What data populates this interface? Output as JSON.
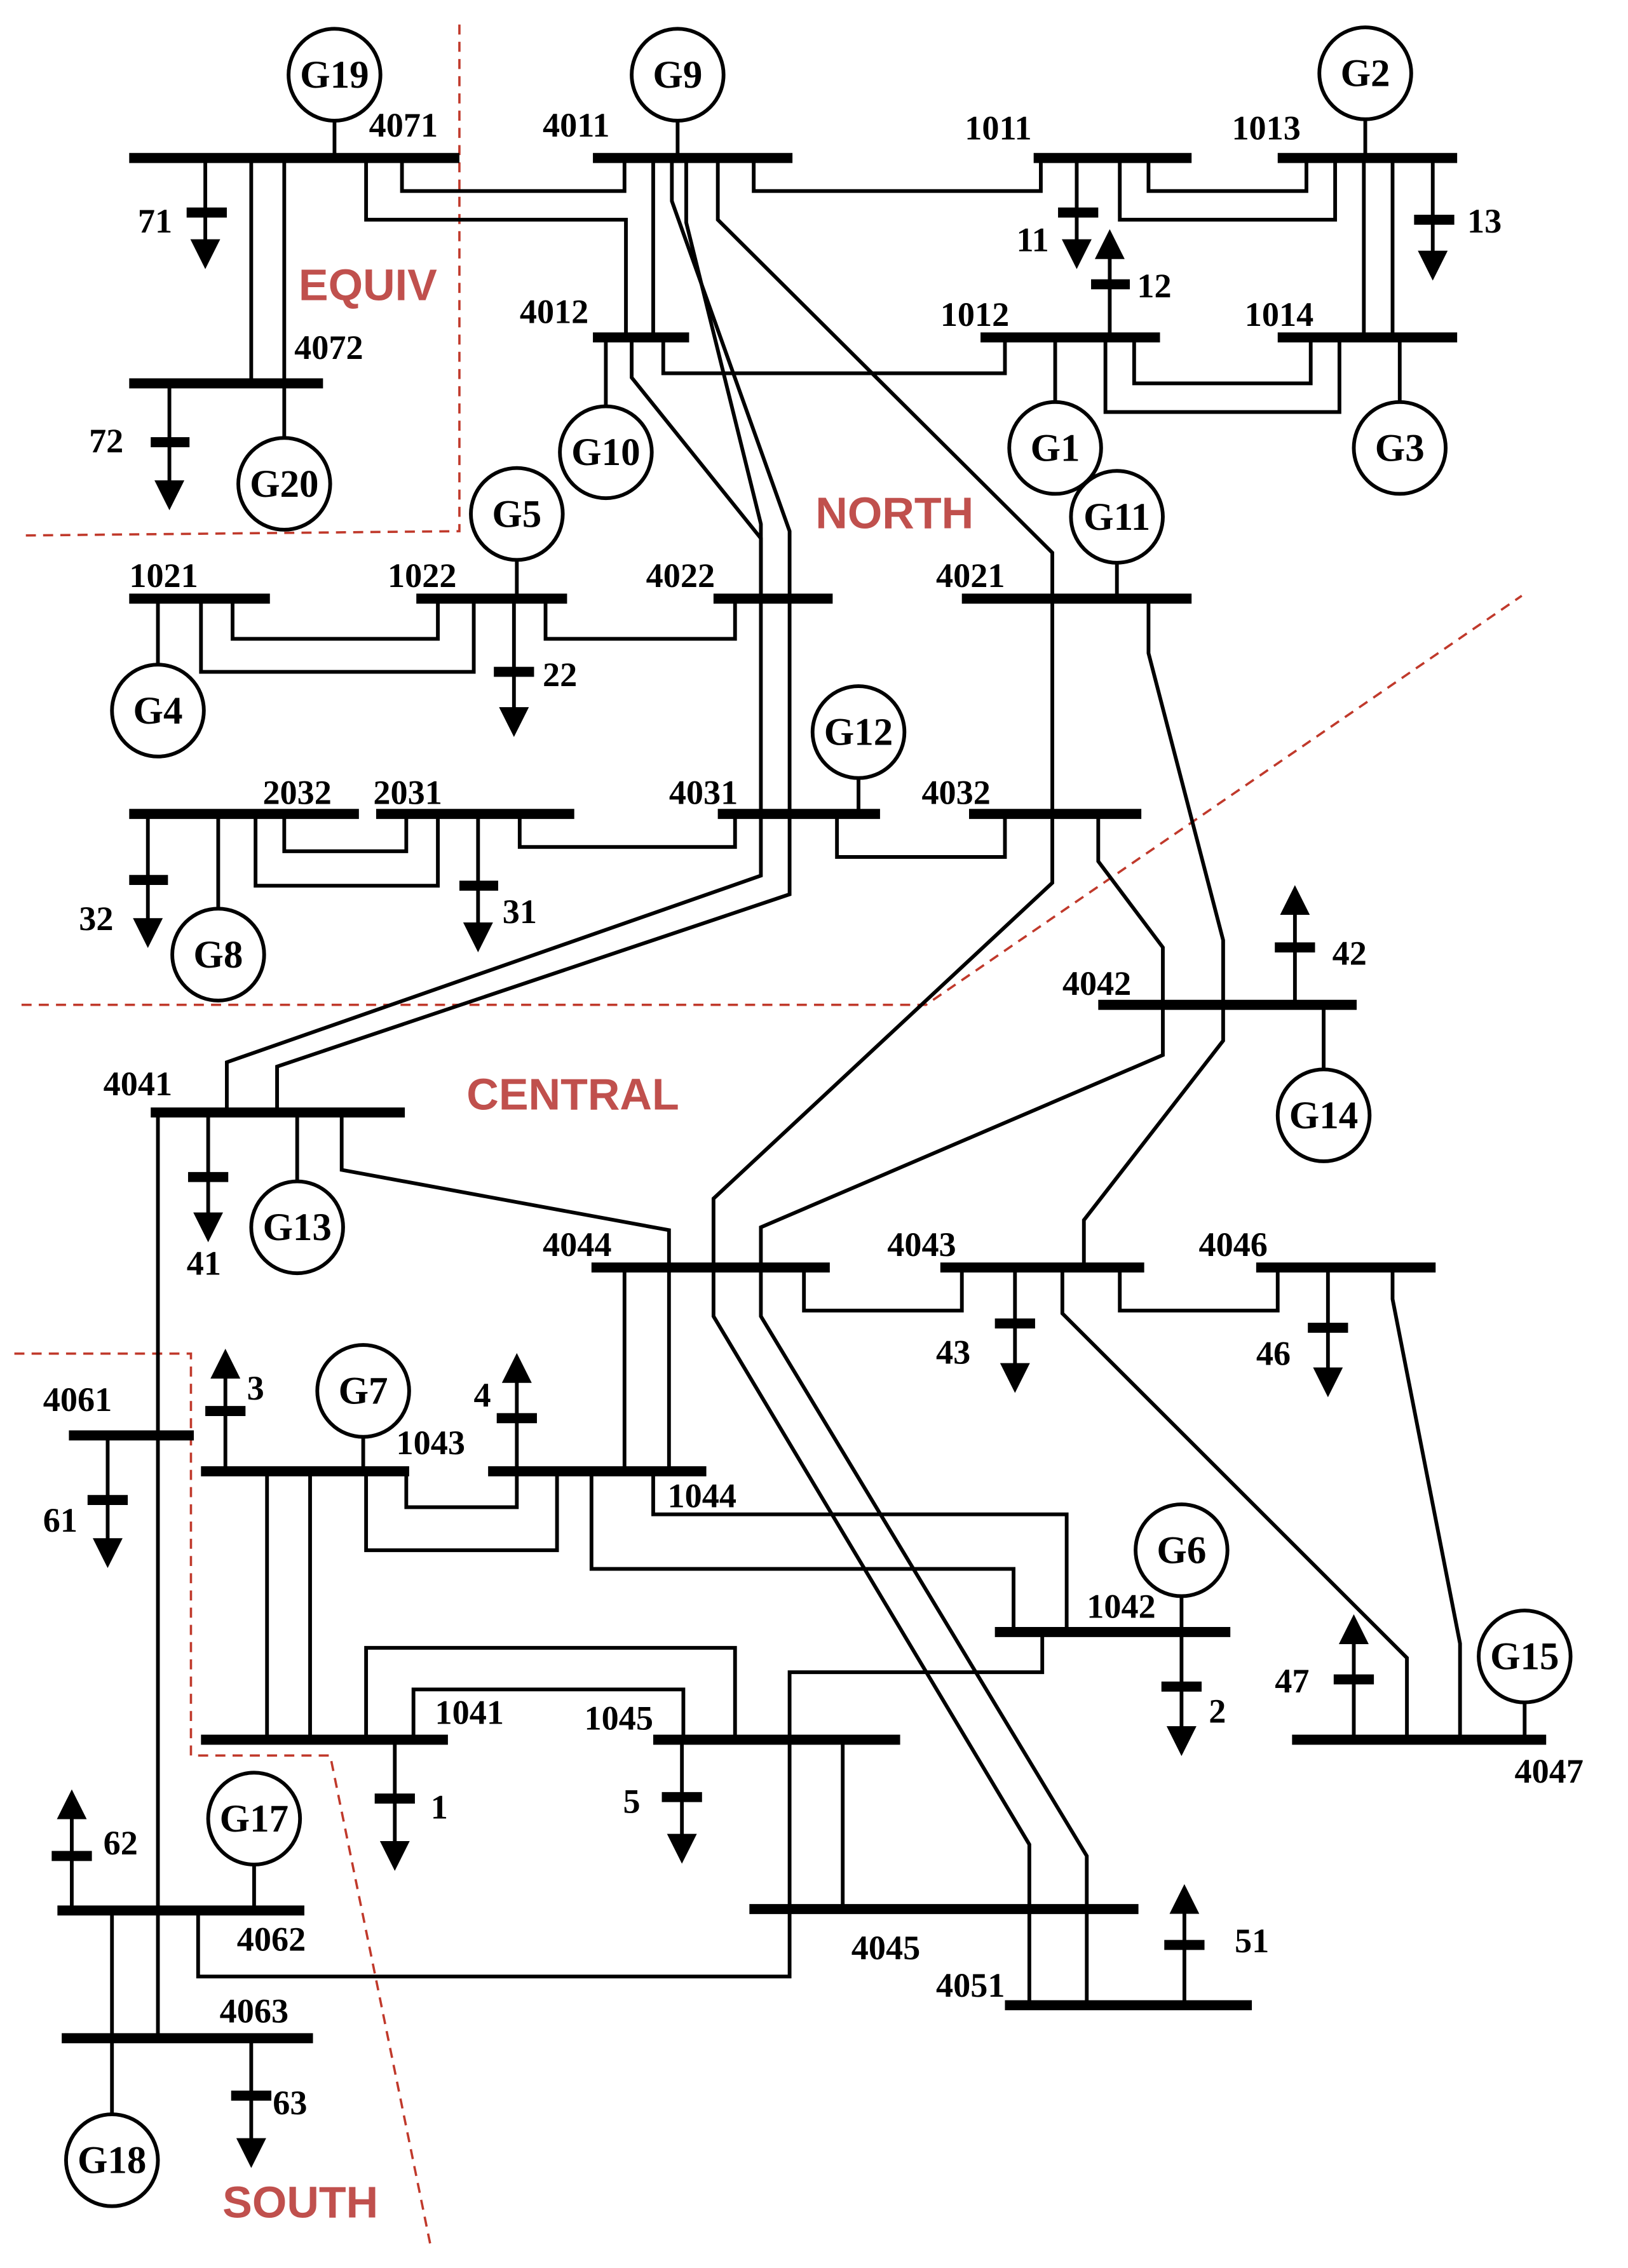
{
  "regions": [
    {
      "key": "equiv",
      "label": "EQUIV"
    },
    {
      "key": "north",
      "label": "NORTH"
    },
    {
      "key": "central",
      "label": "CENTRAL"
    },
    {
      "key": "south",
      "label": "SOUTH"
    }
  ],
  "buses": [
    "4071",
    "4011",
    "1011",
    "1013",
    "4012",
    "1012",
    "1014",
    "4072",
    "1021",
    "1022",
    "4022",
    "4021",
    "2032",
    "2031",
    "4031",
    "4032",
    "4042",
    "4041",
    "4044",
    "4043",
    "4046",
    "4061",
    "1043",
    "1044",
    "1042",
    "1041",
    "1045",
    "4047",
    "4062",
    "4045",
    "4051",
    "4063"
  ],
  "generators": [
    "G19",
    "G9",
    "G2",
    "G10",
    "G1",
    "G3",
    "G20",
    "G5",
    "G11",
    "G4",
    "G12",
    "G8",
    "G14",
    "G13",
    "G7",
    "G6",
    "G15",
    "G17",
    "G18"
  ],
  "loads": [
    "71",
    "11",
    "12",
    "13",
    "72",
    "22",
    "32",
    "31",
    "42",
    "41",
    "43",
    "46",
    "3",
    "4",
    "61",
    "2",
    "47",
    "1",
    "5",
    "62",
    "51",
    "63"
  ],
  "colors": {
    "bus": "#000000",
    "area_boundary": "#c0392b",
    "region_label": "#c0504d"
  }
}
